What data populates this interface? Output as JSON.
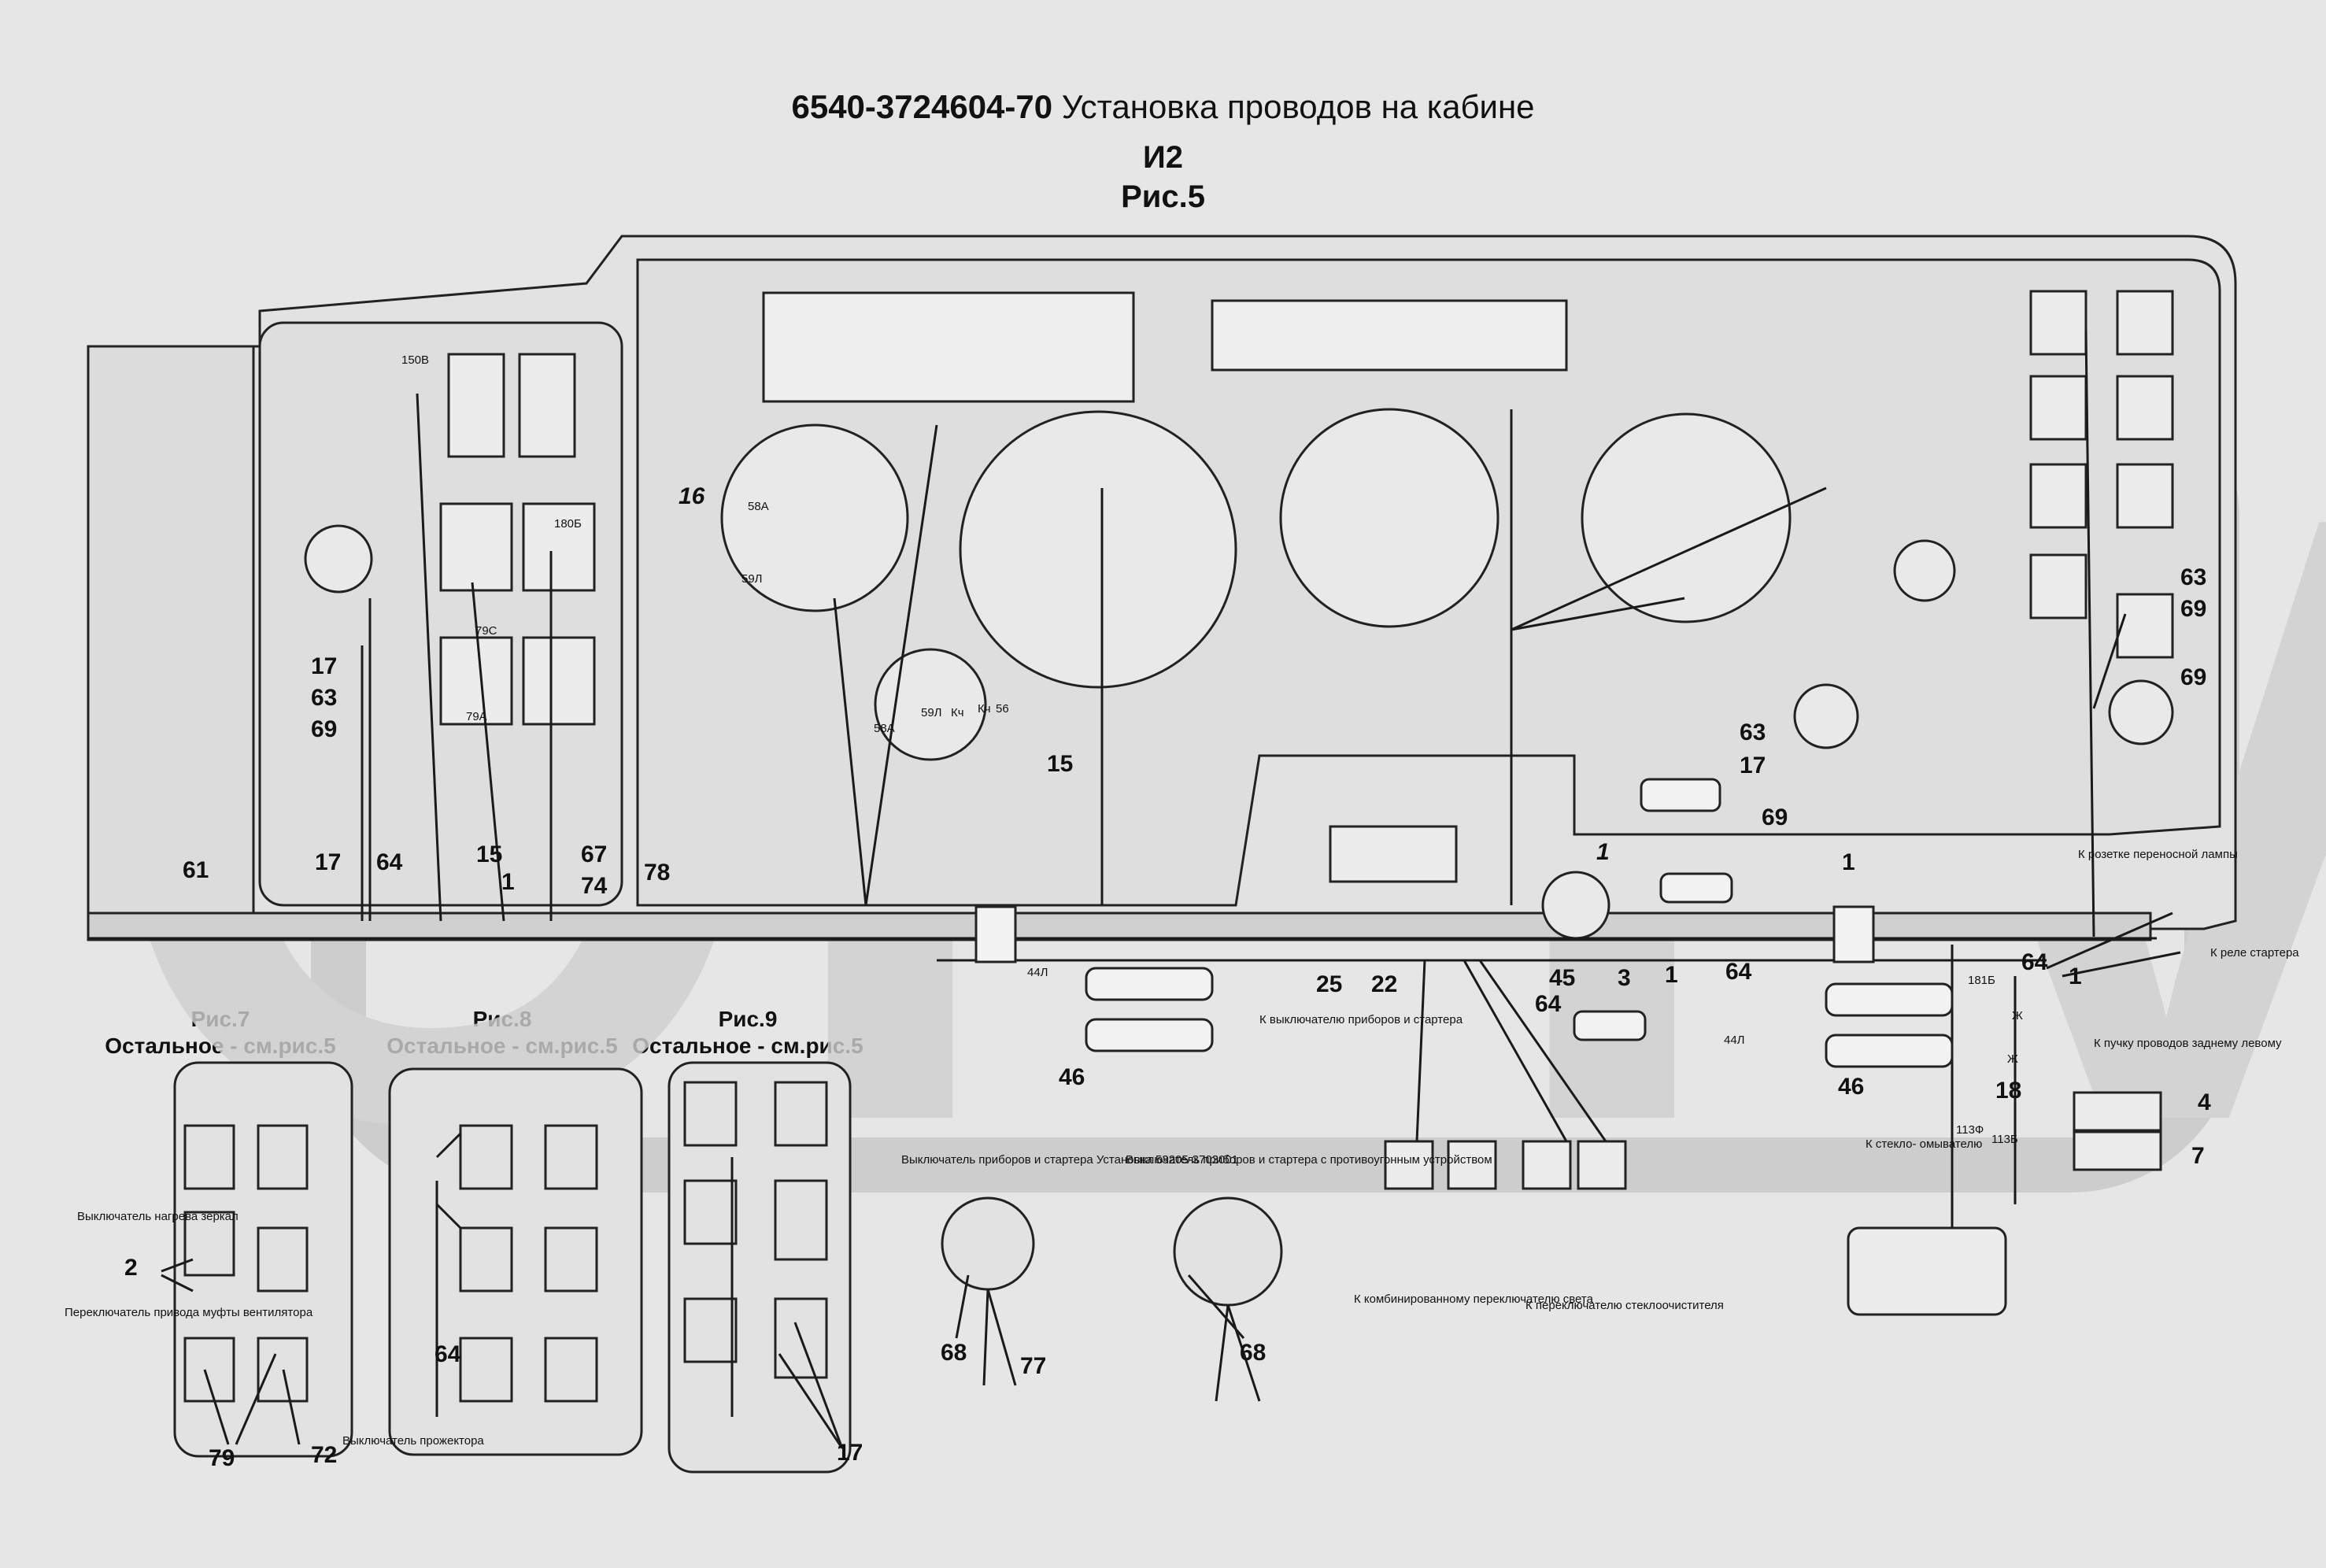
{
  "header": {
    "code": "6540-3724604-70",
    "title": "Установка проводов на кабине",
    "variant": "И2",
    "figure": "Рис.5"
  },
  "watermark": "OPTV",
  "side_panels": [
    {
      "title": "Рис.7",
      "note": "Остальное - см.рис.5"
    },
    {
      "title": "Рис.8",
      "note": "Остальное - см.рис.5"
    },
    {
      "title": "Рис.9",
      "note": "Остальное - см.рис.5"
    }
  ],
  "callouts": {
    "c61": "61",
    "c17a": "17",
    "c64a": "64",
    "c15a": "15",
    "c1a": "1",
    "c67": "67",
    "c74": "74",
    "c78": "78",
    "c17b": "17",
    "c63a": "63",
    "c69a": "69",
    "c16": "16",
    "c15b": "15",
    "c25": "25",
    "c22": "22",
    "c45": "45",
    "c3": "3",
    "c1b": "1",
    "c64b": "64",
    "c64c": "64",
    "c1c": "1",
    "c46a": "46",
    "c46b": "46",
    "c63b": "63",
    "c17c": "17",
    "c69b": "69",
    "c1d": "1",
    "c63c": "63",
    "c69c": "69",
    "c69d": "69",
    "c64d": "64",
    "c1e": "1",
    "c18": "18",
    "c4": "4",
    "c7": "7",
    "c2": "2",
    "c79": "79",
    "c72": "72",
    "c64e": "64",
    "c17d": "17",
    "c68a": "68",
    "c77": "77",
    "c68b": "68"
  },
  "notes": {
    "to_socket": "К розетке переносной лампы",
    "to_starter_relay": "К реле стартера",
    "to_harness_left": "К пучку проводов заднему левому",
    "to_washer": "К стекло- омывателю",
    "to_ignition_switch": "К выключателю приборов и стартера",
    "to_combined_switch": "К комбинированному переключателю света",
    "to_wiper_switch": "К переключателю стеклоочистителя",
    "ign_switch_a": "Выключатель приборов и стартера Установка 53205-3703001",
    "ign_switch_b": "Выключатель приборов и стартера с противоугонным устройством",
    "mirror_heat": "Выключатель нагрева зеркал",
    "fan_clutch": "Переключатель привода муфты вентилятора",
    "spotlight": "Выключатель прожектора"
  },
  "wire_labels": {
    "w1": "58А",
    "w2": "59Л",
    "w3": "56",
    "w4": "58А",
    "w5": "Кч",
    "w6": "59Л",
    "w7": "Кч",
    "w8": "79С",
    "w9": "79А",
    "w10": "180Б",
    "w11": "150В",
    "w12": "44Л",
    "w13": "181Б",
    "w14": "113Ф",
    "w15": "113Б",
    "w16": "44Л",
    "w17": "Ж",
    "w18": "Ж"
  }
}
